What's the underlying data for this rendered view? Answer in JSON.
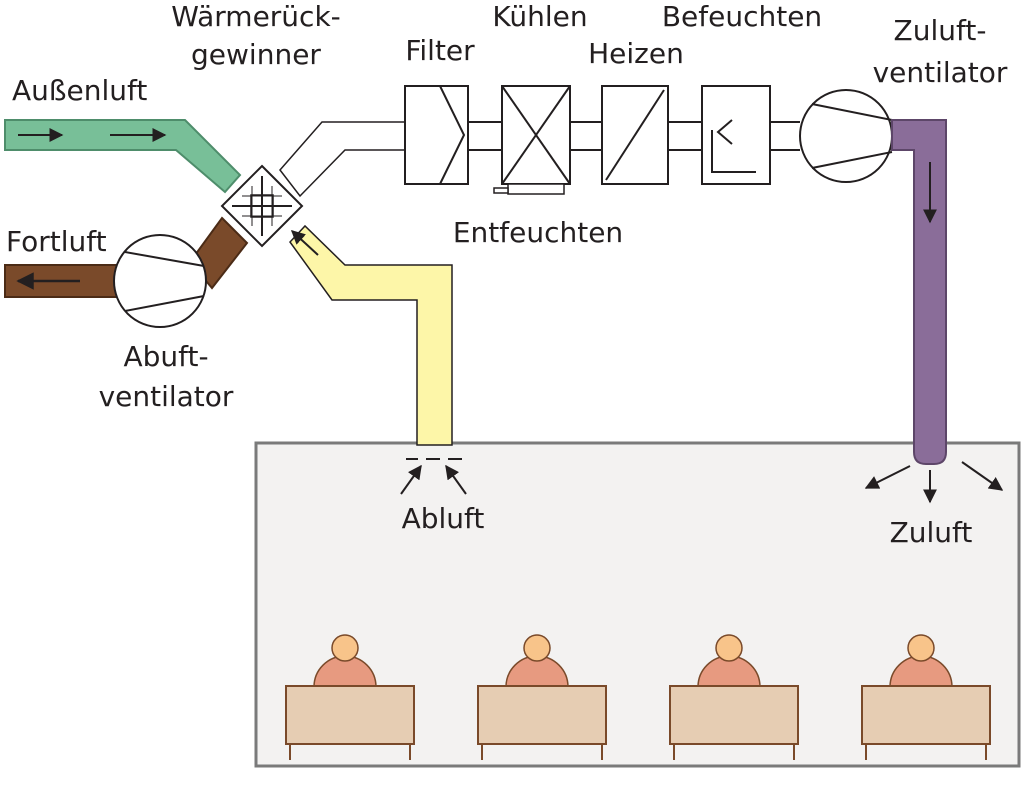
{
  "labels": {
    "aussenluft": "Außenluft",
    "waermerueck_1": "Wärmerück-",
    "waermerueck_2": "gewinner",
    "filter": "Filter",
    "kuehlen": "Kühlen",
    "heizen": "Heizen",
    "befeuchten": "Befeuchten",
    "zuluftvent_1": "Zuluft-",
    "zuluftvent_2": "ventilator",
    "entfeuchten": "Entfeuchten",
    "fortluft": "Fortluft",
    "abluftvent_1": "Abuft-",
    "abluftvent_2": "ventilator",
    "abluft": "Abluft",
    "zuluft": "Zuluft"
  },
  "icons": {
    "heat_exchanger": "heat-recovery-cross-icon",
    "filter": "filter-chevron-icon",
    "cooler": "cooling-coil-x-icon",
    "heater": "heating-coil-diagonal-icon",
    "humidifier": "humidifier-icon",
    "fan": "fan-icon",
    "person": "person-icon",
    "desk": "desk-icon"
  },
  "colors": {
    "outside_air": "#78bf98",
    "exhaust_air": "#7a4a2a",
    "extract_air": "#fdf6a8",
    "supply_air": "#8a6d99",
    "room_fill": "#f3f2f1",
    "room_border": "#7a7a7a",
    "person_head": "#f8c48a",
    "person_body": "#e79a80",
    "desk_fill": "#e6cdb3",
    "desk_border": "#7a4a2a"
  }
}
